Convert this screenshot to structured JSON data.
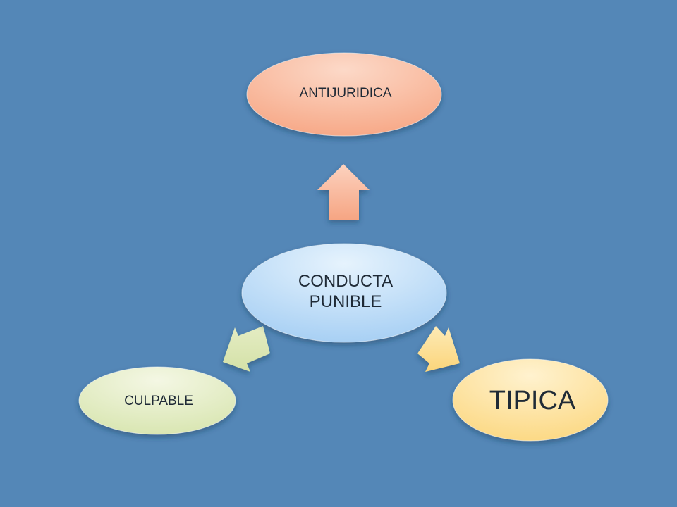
{
  "diagram": {
    "center": {
      "lines": [
        "CONDUCTA",
        "PUNIBLE"
      ],
      "color": "#b8daf7"
    },
    "nodes": {
      "top": {
        "label": "ANTIJURIDICA",
        "color": "#f9b69a"
      },
      "left": {
        "label": "CULPABLE",
        "color": "#e3ecc4"
      },
      "right": {
        "label": "TIPICA",
        "color": "#fde4a6"
      }
    }
  },
  "colors": {
    "background": "#5487b7"
  }
}
